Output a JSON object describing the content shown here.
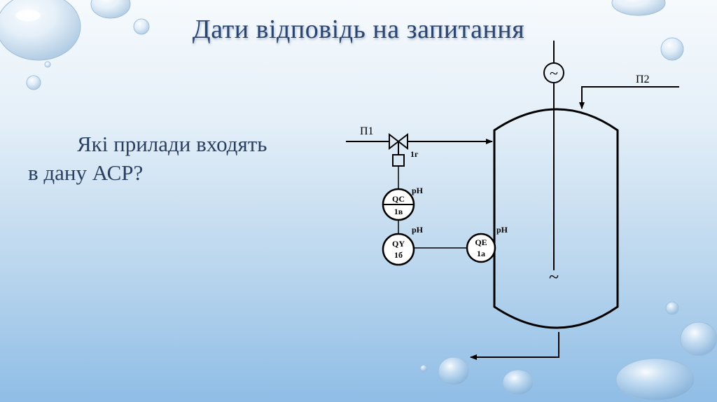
{
  "slide": {
    "title": "Дати відповідь на запитання",
    "question_line1": "Які прилади входять",
    "question_line2": "в дану АСР?"
  },
  "diagram": {
    "flow_in_label": "П1",
    "flow_top_label": "П2",
    "valve_tag": "1г",
    "instruments": [
      {
        "code": "QC",
        "tag": "1в",
        "param": "pH"
      },
      {
        "code": "QY",
        "tag": "1б",
        "param": "pH"
      },
      {
        "code": "QE",
        "tag": "1а",
        "param": "pH"
      }
    ],
    "motor_symbol": "~",
    "stirrer_symbol": "~"
  },
  "colors": {
    "title": "#2a4571",
    "line": "#000000",
    "background_bottom": "#8fbde6"
  }
}
